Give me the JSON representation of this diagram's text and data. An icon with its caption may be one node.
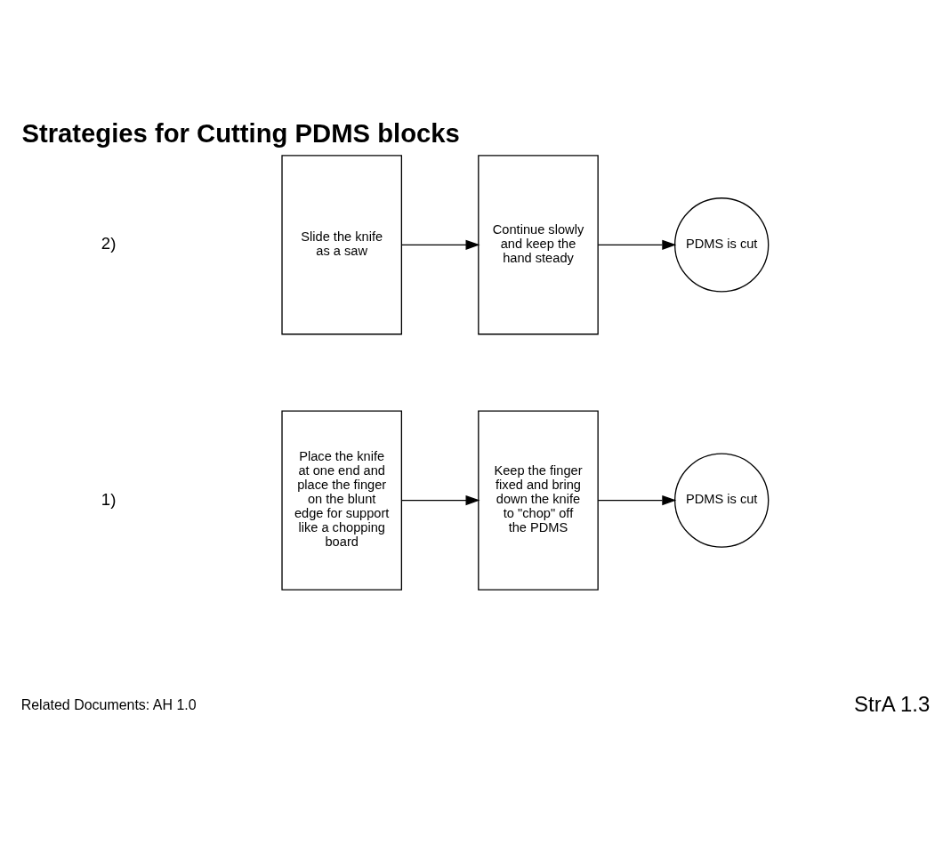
{
  "diagram": {
    "title": "Strategies for Cutting PDMS blocks",
    "nodes": [
      {
        "text": [
          "Place the knife at one end and place the finger on the blunt edge for support like a chopping board"
        ]
      },
      {
        "text": [
          "Keep the finger fixed and bring down the knife to \"chop\" off the PDMS"
        ]
      },
      {
        "text": [
          "PDMS is cut"
        ]
      },
      {
        "text": [
          "Slide the knife as a saw"
        ]
      },
      {
        "text": [
          "Continue slowly and keep the hand steady"
        ]
      },
      {
        "text": [
          "PDMS is cut"
        ]
      }
    ],
    "edges": [
      {
        "from": 0,
        "to": 1,
        "arrow": "to"
      },
      {
        "from": 1,
        "to": 2,
        "arrow": "to"
      },
      {
        "from": 3,
        "to": 4,
        "arrow": "to"
      },
      {
        "from": 4,
        "to": 5,
        "arrow": "to"
      }
    ],
    "labels": [
      "Related Documents: AH 1.0",
      "StrA 1.3",
      "1)",
      "2)"
    ]
  }
}
